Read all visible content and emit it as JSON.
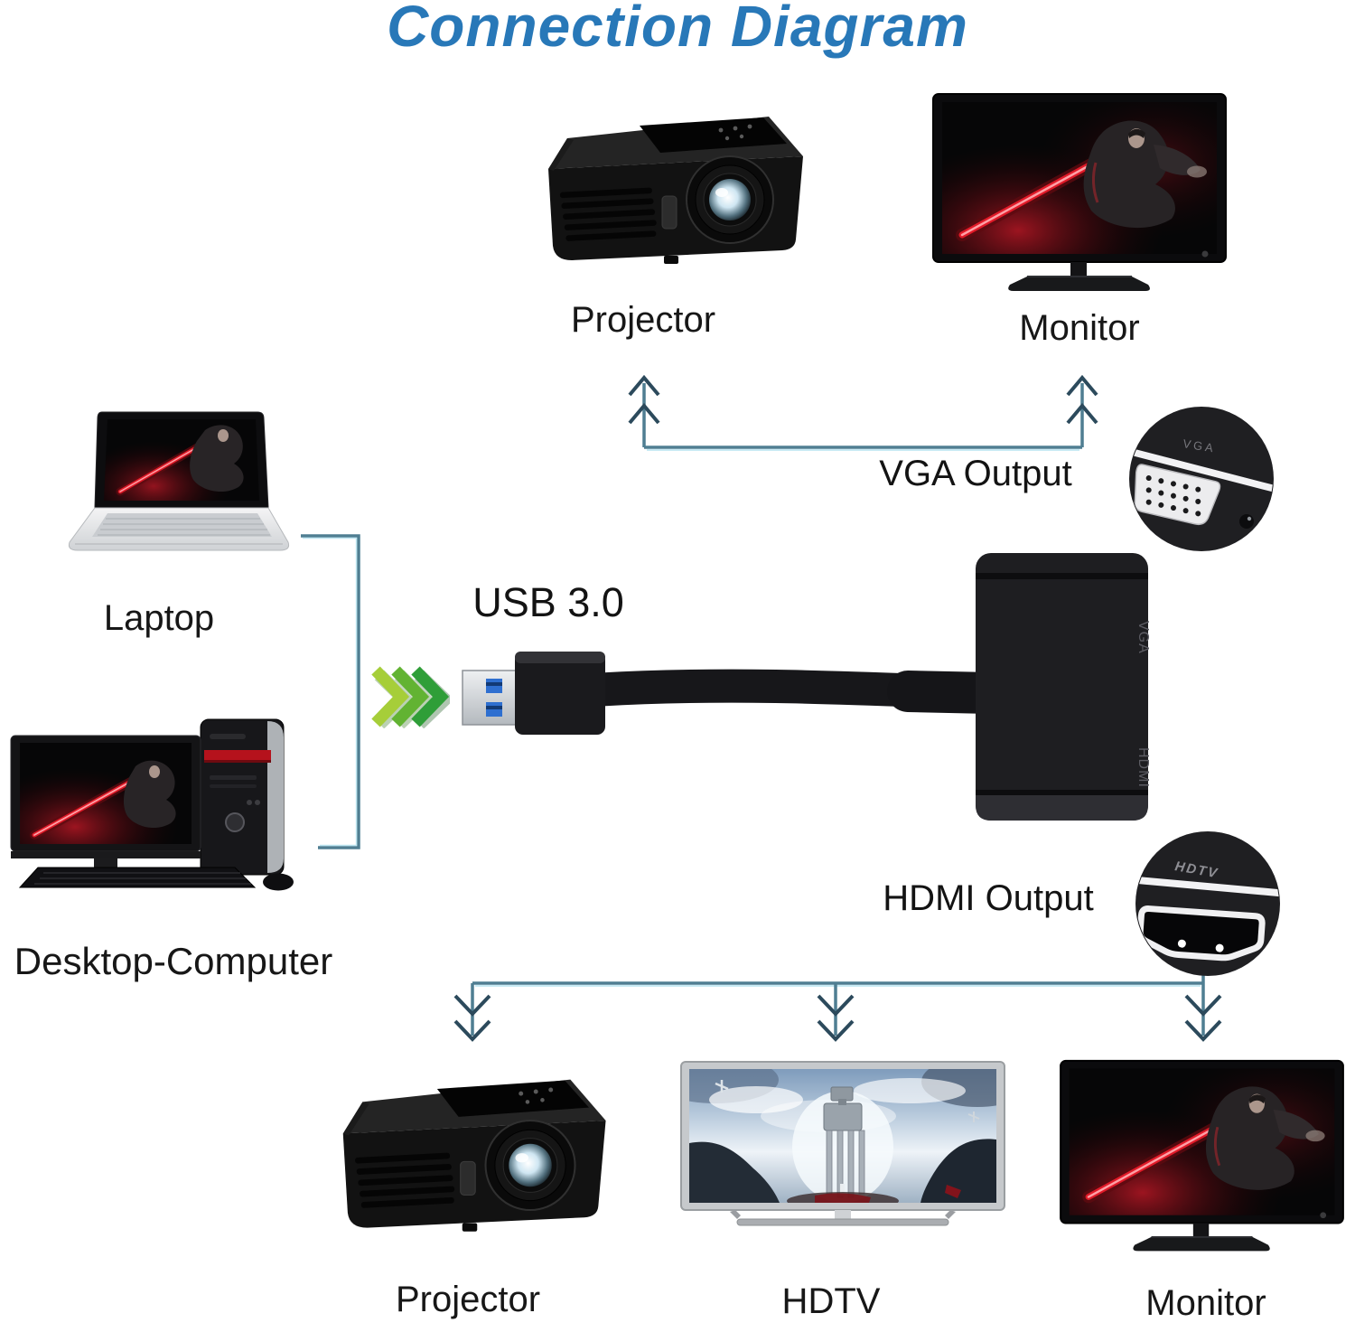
{
  "title": "Connection Diagram",
  "labels": {
    "projector_top": "Projector",
    "monitor_top": "Monitor",
    "laptop": "Laptop",
    "desktop": "Desktop-Computer",
    "usb": "USB 3.0",
    "vga_output": "VGA Output",
    "hdmi_output": "HDMI Output",
    "projector_bottom": "Projector",
    "hdtv": "HDTV",
    "monitor_bottom": "Monitor"
  },
  "ports": {
    "vga_badge": "VGA",
    "hdtv_badge": "HDTV",
    "adapter_vga": "VGA",
    "adapter_hdmi": "HDMI"
  },
  "icons": {
    "fast_arrows": "triple-chevron-right",
    "up_arrow": "double-chevron-up",
    "down_arrow": "double-chevron-down"
  },
  "colors": {
    "title_blue": "#2878b8",
    "connector_line": "#4f7e92",
    "connector_highlight": "#aee0ef",
    "arrow_dark": "#2c4a5c",
    "green_chevron_1": "#a6ce39",
    "green_chevron_2": "#62b332",
    "green_chevron_3": "#2f9e38",
    "lightsaber_red": "#e11a28",
    "usb_pad_blue": "#2e6fd0",
    "label_black": "#171717"
  }
}
